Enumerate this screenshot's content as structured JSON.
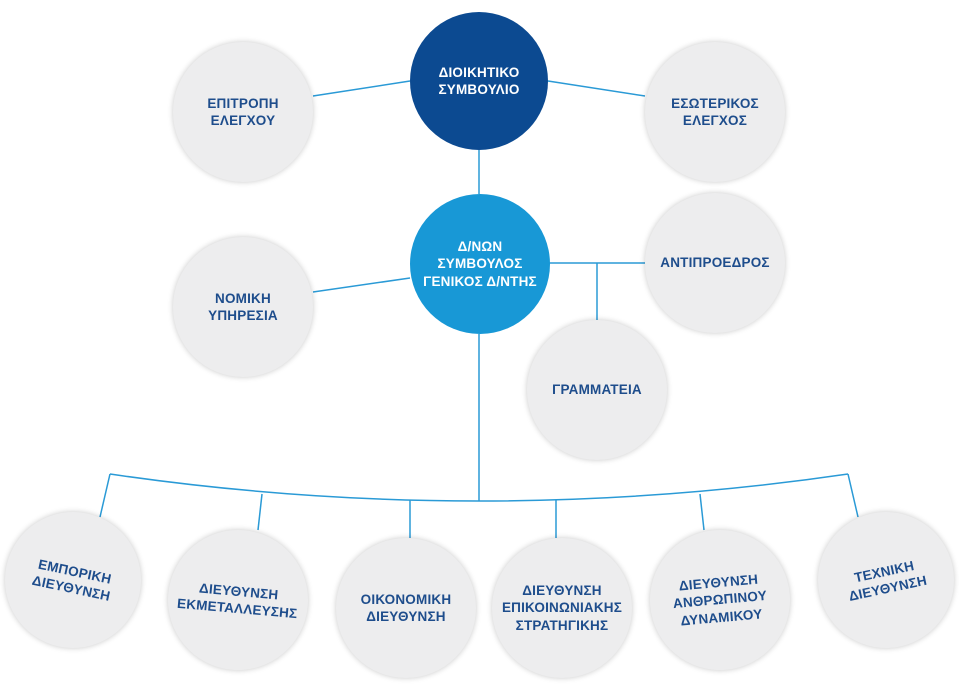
{
  "colors": {
    "line": "#2a9ad6",
    "board": "#0c4a91",
    "ceo": "#1898d6",
    "unit_fill": "#ededee",
    "unit_text": "#1e4d8c"
  },
  "nodes": {
    "board": "ΔΙΟΙΚΗΤΙΚΟ\nΣΥΜΒΟΥΛΙΟ",
    "audit_committee": "ΕΠΙΤΡΟΠΗ\nΕΛΕΓΧΟΥ",
    "internal_audit": "ΕΣΩΤΕΡΙΚΟΣ\nΕΛΕΓΧΟΣ",
    "ceo": "Δ/ΝΩΝ\nΣΥΜΒΟΥΛΟΣ\nΓΕΝΙΚΟΣ Δ/ΝΤΗΣ",
    "legal": "ΝΟΜΙΚΗ\nΥΠΗΡΕΣΙΑ",
    "vice_president": "ΑΝΤΙΠΡΟΕΔΡΟΣ",
    "secretariat": "ΓΡΑΜΜΑΤΕΙΑ",
    "commercial": "ΕΜΠΟΡΙΚΗ\nΔΙΕΥΘΥΝΣΗ",
    "operations": "ΔΙΕΥΘΥΝΣΗ\nΕΚΜΕΤΑΛΛΕΥΣΗΣ",
    "finance": "ΟΙΚΟΝΟΜΙΚΗ\nΔΙΕΥΘΥΝΣΗ",
    "communication": "ΔΙΕΥΘΥΝΣΗ\nΕΠΙΚΟΙΝΩΝΙΑΚΗΣ\nΣΤΡΑΤΗΓΙΚΗΣ",
    "hr": "ΔΙΕΥΘΥΝΣΗ\nΑΝΘΡΩΠΙΝΟΥ\nΔΥΝΑΜΙΚΟΥ",
    "technical": "ΤΕΧΝΙΚΗ\nΔΙΕΥΘΥΝΣΗ"
  }
}
